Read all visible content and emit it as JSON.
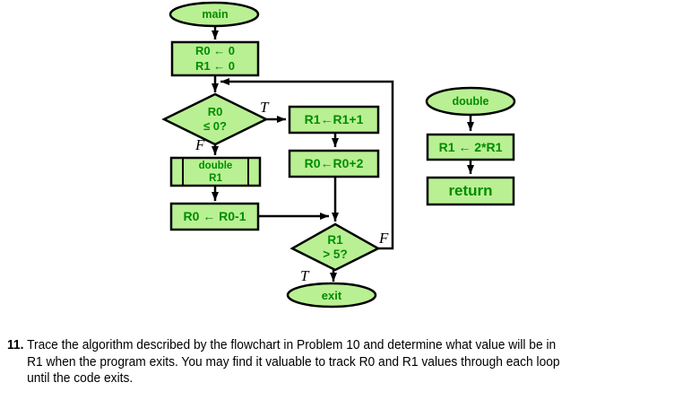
{
  "colors": {
    "node_fill": "#b9f093",
    "node_border": "#000000",
    "node_text": "#008c00",
    "line_color": "#000000",
    "branch_label_color": "#000000",
    "problem_text_color": "#000000",
    "background": "#ffffff"
  },
  "flowchart_main": {
    "start_label": "main",
    "init": {
      "line1": "R0 ← 0",
      "line2": "R1 ← 0"
    },
    "cond1": {
      "line1": "R0",
      "line2": "≤ 0?"
    },
    "true_step1": "R1←R1+1",
    "true_step2": "R0←R0+2",
    "call_double": {
      "line1": "double",
      "line2": "R1"
    },
    "false_step": "R0 ← R0-1",
    "cond2": {
      "line1": "R1",
      "line2": "> 5?"
    },
    "end_label": "exit",
    "labels": {
      "cond1_true": "T",
      "cond1_false": "F",
      "cond2_false": "F",
      "cond2_true": "T"
    }
  },
  "flowchart_double": {
    "start_label": "double",
    "body": "R1 ← 2*R1",
    "end_label": "return"
  },
  "problem": {
    "number": "11.",
    "lines": [
      "Trace the algorithm described by the flowchart in Problem 10 and determine what value will be in",
      "R1 when the program exits. You may find it valuable to track R0 and R1 values through each loop",
      "until the code exits."
    ]
  }
}
